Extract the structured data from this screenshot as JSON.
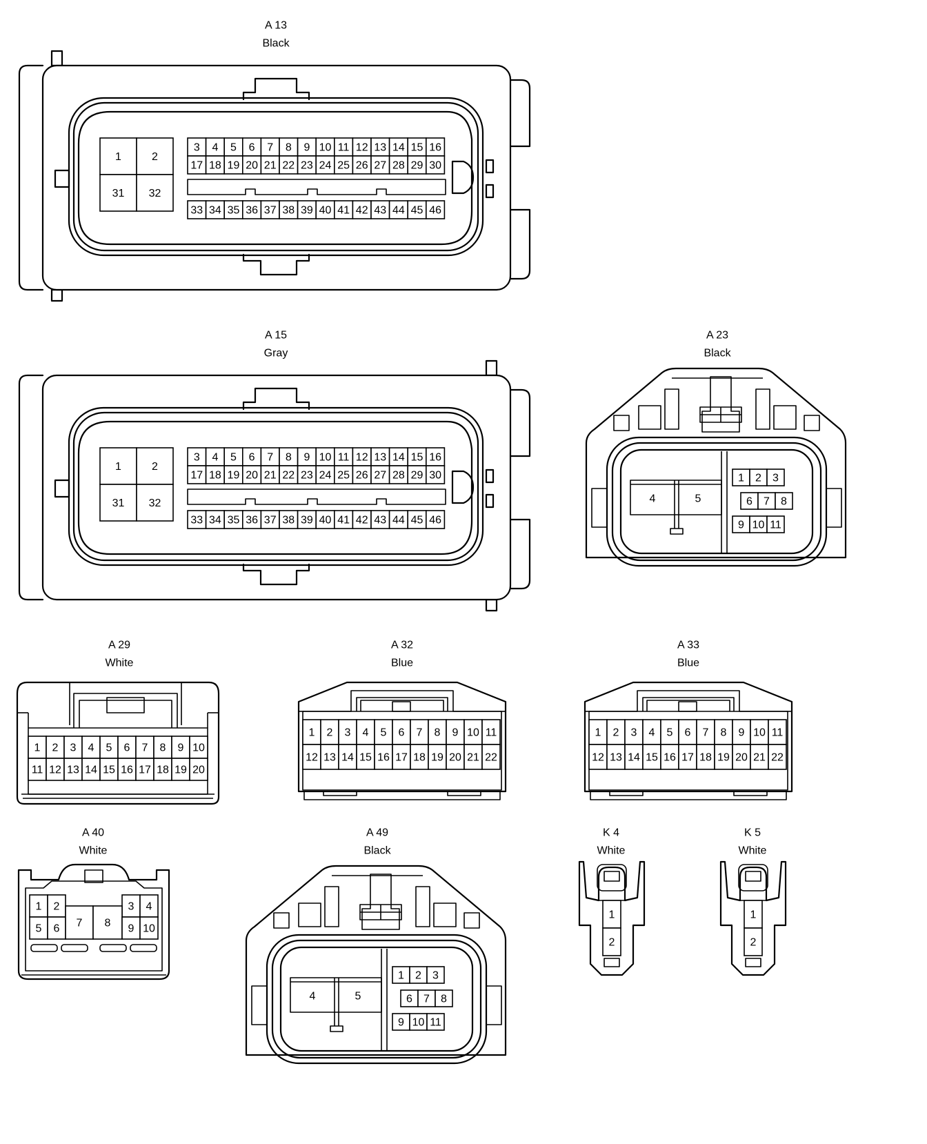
{
  "connectors": [
    {
      "id": "A 13",
      "color": "Black",
      "type": "ecu46",
      "pins": [
        "1",
        "2",
        "31",
        "32",
        "3",
        "4",
        "5",
        "6",
        "7",
        "8",
        "9",
        "10",
        "11",
        "12",
        "13",
        "14",
        "15",
        "16",
        "17",
        "18",
        "19",
        "20",
        "21",
        "22",
        "23",
        "24",
        "25",
        "26",
        "27",
        "28",
        "29",
        "30",
        "33",
        "34",
        "35",
        "36",
        "37",
        "38",
        "39",
        "40",
        "41",
        "42",
        "43",
        "44",
        "45",
        "46"
      ]
    },
    {
      "id": "A 15",
      "color": "Gray",
      "type": "ecu46",
      "pins": [
        "1",
        "2",
        "31",
        "32",
        "3",
        "4",
        "5",
        "6",
        "7",
        "8",
        "9",
        "10",
        "11",
        "12",
        "13",
        "14",
        "15",
        "16",
        "17",
        "18",
        "19",
        "20",
        "21",
        "22",
        "23",
        "24",
        "25",
        "26",
        "27",
        "28",
        "29",
        "30",
        "33",
        "34",
        "35",
        "36",
        "37",
        "38",
        "39",
        "40",
        "41",
        "42",
        "43",
        "44",
        "45",
        "46"
      ]
    },
    {
      "id": "A 23",
      "color": "Black",
      "type": "hex11",
      "pins": [
        "4",
        "5",
        "1",
        "2",
        "3",
        "6",
        "7",
        "8",
        "9",
        "10",
        "11"
      ]
    },
    {
      "id": "A 29",
      "color": "White",
      "type": "rect20",
      "pins": [
        "1",
        "2",
        "3",
        "4",
        "5",
        "6",
        "7",
        "8",
        "9",
        "10",
        "11",
        "12",
        "13",
        "14",
        "15",
        "16",
        "17",
        "18",
        "19",
        "20"
      ]
    },
    {
      "id": "A 32",
      "color": "Blue",
      "type": "rect22",
      "pins": [
        "1",
        "2",
        "3",
        "4",
        "5",
        "6",
        "7",
        "8",
        "9",
        "10",
        "11",
        "12",
        "13",
        "14",
        "15",
        "16",
        "17",
        "18",
        "19",
        "20",
        "21",
        "22"
      ]
    },
    {
      "id": "A 33",
      "color": "Blue",
      "type": "rect22",
      "pins": [
        "1",
        "2",
        "3",
        "4",
        "5",
        "6",
        "7",
        "8",
        "9",
        "10",
        "11",
        "12",
        "13",
        "14",
        "15",
        "16",
        "17",
        "18",
        "19",
        "20",
        "21",
        "22"
      ]
    },
    {
      "id": "A 40",
      "color": "White",
      "type": "small10",
      "pins": [
        "1",
        "2",
        "3",
        "4",
        "5",
        "6",
        "7",
        "8",
        "9",
        "10"
      ]
    },
    {
      "id": "A 49",
      "color": "Black",
      "type": "hex11",
      "pins": [
        "4",
        "5",
        "1",
        "2",
        "3",
        "6",
        "7",
        "8",
        "9",
        "10",
        "11"
      ]
    },
    {
      "id": "K 4",
      "color": "White",
      "type": "two2",
      "pins": [
        "1",
        "2"
      ]
    },
    {
      "id": "K 5",
      "color": "White",
      "type": "two2",
      "pins": [
        "1",
        "2"
      ]
    }
  ]
}
